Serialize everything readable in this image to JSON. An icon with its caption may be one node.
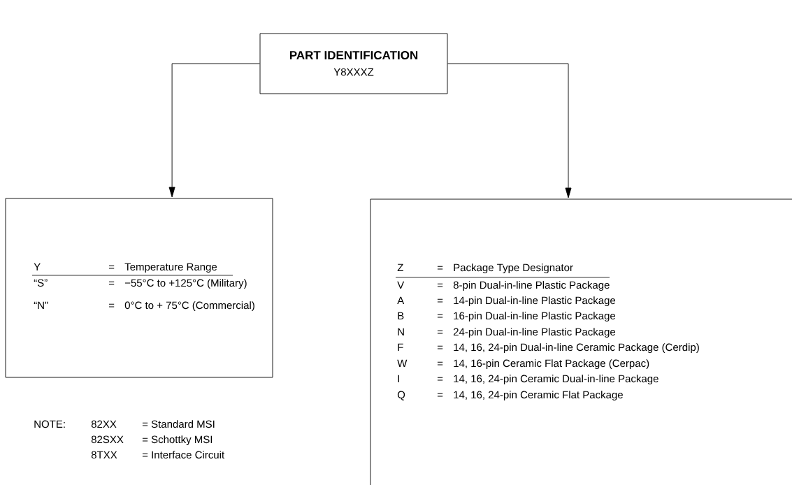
{
  "diagram": {
    "nodes": [
      {
        "text": [
          "PART IDENTIFICATION",
          "Y8XXXZ"
        ]
      },
      {
        "text": [
          "Y",
          "=",
          "Temperature Range",
          "“S”",
          "=",
          "−55°C to +125°C (Military)",
          "“N”",
          "=",
          "0°C to + 75°C (Commercial)"
        ]
      },
      {
        "text": [
          "Z",
          "=",
          "Package Type Designator",
          "V",
          "=",
          "8-pin Dual-in-line Plastic Package",
          "A",
          "=",
          "14-pin Dual-in-line Plastic Package",
          "B",
          "=",
          "16-pin Dual-in-line Plastic Package",
          "N",
          "=",
          "24-pin Dual-in-line Plastic Package",
          "F",
          "=",
          "14, 16, 24-pin Dual-in-line Ceramic Package (Cerdip)",
          "W",
          "=",
          "14, 16-pin Ceramic Flat Package (Cerpac)",
          "I",
          "=",
          "14, 16, 24-pin Ceramic Dual-in-line Package",
          "Q",
          "=",
          "14, 16, 24-pin Ceramic Flat Package"
        ]
      }
    ],
    "edges": [
      {
        "from": 0,
        "to": 1,
        "arrow": "to"
      },
      {
        "from": 0,
        "to": 2,
        "arrow": "to"
      }
    ],
    "labels": [
      "NOTE:",
      "82XX",
      "= Standard MSI",
      "82SXX",
      "= Schottky MSI",
      "8TXX",
      "= Interface Circuit"
    ]
  }
}
